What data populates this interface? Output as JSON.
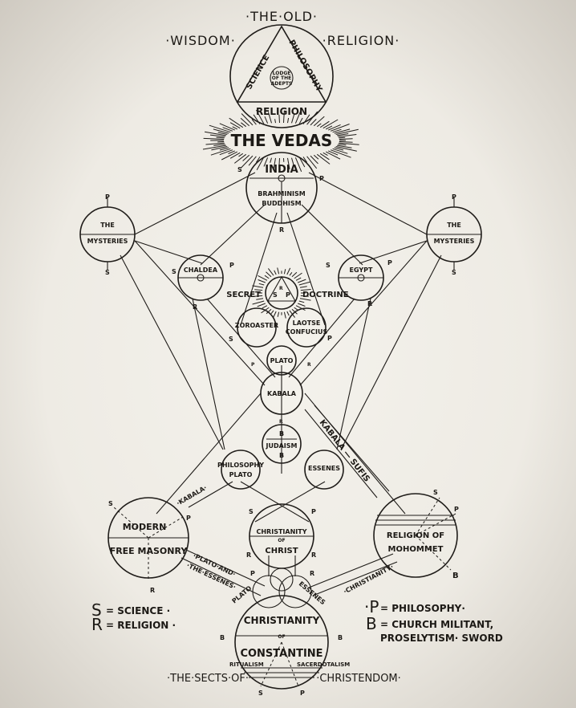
{
  "header": {
    "line1": "·THE·OLD·",
    "left": "·WISDOM·",
    "right": "·RELIGION·"
  },
  "top_triangle": {
    "science": "SCIENCE",
    "philosophy": "PHILOSOPHY",
    "religion": "RELIGION",
    "center_1": "LODGE",
    "center_2": "OF THE",
    "center_3": "ADEPTS"
  },
  "vedas": "THE VEDAS",
  "india": {
    "title": "INDIA",
    "line1": "BRAHMINISM",
    "line2": "BUDDHISM"
  },
  "mysteries_left": {
    "line1": "THE",
    "line2": "MYSTERIES"
  },
  "mysteries_right": {
    "line1": "THE",
    "line2": "MYSTERIES"
  },
  "chaldea": "CHALDEA",
  "egypt": "EGYPT",
  "secret_doctrine": {
    "left": "SECRET",
    "right": "DOCTRINE"
  },
  "zoroaster": "ZOROASTER",
  "laotse": {
    "line1": "LAOTSE",
    "line2": "CONFUCIUS"
  },
  "plato": "PLATO",
  "kabala": "KABALA",
  "judaism": "JUDAISM",
  "philosophy_plato": {
    "line1": "PHILOSOPHY",
    "line2": "PLATO"
  },
  "essenes": "ESSENES",
  "kabala_left_path": "·KABALA·",
  "kabala_sufis_path": "KABALA — SUFIS",
  "free_masonry": {
    "line1": "MODERN",
    "line2": "FREE MASONRY"
  },
  "christianity_christ": {
    "line1": "CHRISTIANITY",
    "line2": "OF",
    "line3": "CHRIST"
  },
  "mohommet": {
    "line1": "RELIGION OF",
    "line2": "MOHOMMET"
  },
  "plato_essenes_path": {
    "line1": "·PLATO·AND·",
    "line2": "·THE·ESSENES·"
  },
  "christianity_path": "·CHRISTIANITY·",
  "lower_plato": "PLATO",
  "lower_essenes": "ESSENES",
  "constantine": {
    "line1": "CHRISTIANITY",
    "line2": "OF",
    "line3": "CONSTANTINE"
  },
  "ritualism": "RITUALISM",
  "sacerdotalism": "SACERDOTALISM",
  "sects": {
    "left": "·THE·SECTS·OF·",
    "right": "·CHRISTENDOM·"
  },
  "letters": {
    "s": "S",
    "p": "P",
    "r": "R",
    "b": "B"
  },
  "legend": {
    "s_letter": "S",
    "s_text": "= SCIENCE ·",
    "r_letter": "R",
    "r_text": "= RELIGION ·",
    "p_letter": "·P",
    "p_text": "= PHILOSOPHY·",
    "b_letter": "B",
    "b_text1": "= CHURCH MILITANT,",
    "b_text2": "PROSELYTISM· SWORD"
  }
}
